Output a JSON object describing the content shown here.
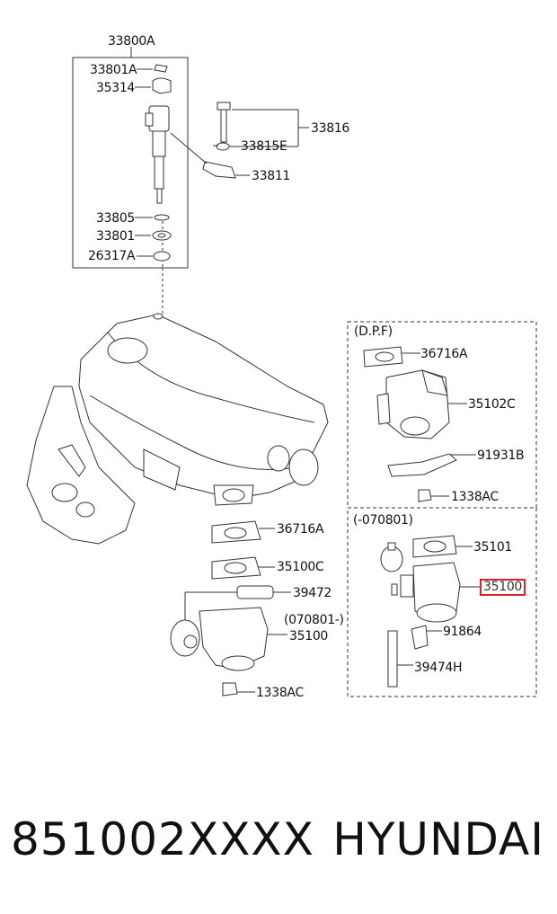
{
  "labels": {
    "l33800A": "33800A",
    "l33801A": "33801A",
    "l35314": "35314",
    "l33816": "33816",
    "l33815E": "33815E",
    "l33811": "33811",
    "l33805": "33805",
    "l33801": "33801",
    "l26317A": "26317A",
    "dpf": "(D.P.F)",
    "l36716A_dpf": "36716A",
    "l35102C": "35102C",
    "l91931B": "91931B",
    "l1338AC_dpf": "1338AC",
    "pre070801": "(-070801)",
    "l35101": "35101",
    "l35100_hl": "35100",
    "l91864": "91864",
    "l39474H": "39474H",
    "l36716A": "36716A",
    "l35100C": "35100C",
    "l39472": "39472",
    "post070801": "(070801-)",
    "l35100": "35100",
    "l1338AC": "1338AC"
  },
  "footer": {
    "part_number": "851002XXXX",
    "brand": "HYUNDAI"
  },
  "colors": {
    "line": "#333333",
    "highlight": "#d9252a"
  }
}
